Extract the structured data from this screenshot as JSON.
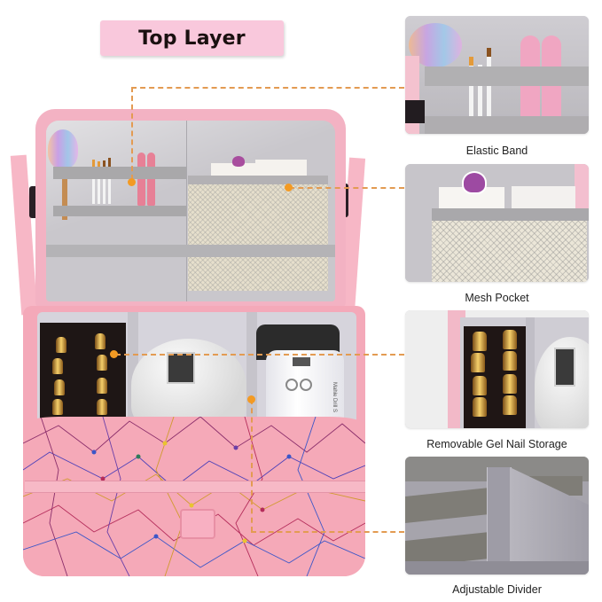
{
  "title_badge": {
    "label": "Top Layer",
    "bg_color": "#f9c8dc",
    "text_color": "#1a1010"
  },
  "main_image": {
    "subject": "pink double-layer nail polish organizer bag",
    "pattern": "holographic geometric lines",
    "primary_color": "#f4a9b9",
    "interior_color": "#c9c7cc",
    "drill_brand_text": "Mahle Drill S"
  },
  "callouts": {
    "line_color": "#e39b52",
    "dot_color": "#f39a23"
  },
  "panels": [
    {
      "id": "elastic-band",
      "caption": "Elastic Band"
    },
    {
      "id": "mesh-pocket",
      "caption": "Mesh Pocket"
    },
    {
      "id": "removable-gel-nail-storage",
      "caption": "Removable Gel Nail Storage"
    },
    {
      "id": "adjustable-divider",
      "caption": "Adjustable Divider"
    }
  ]
}
